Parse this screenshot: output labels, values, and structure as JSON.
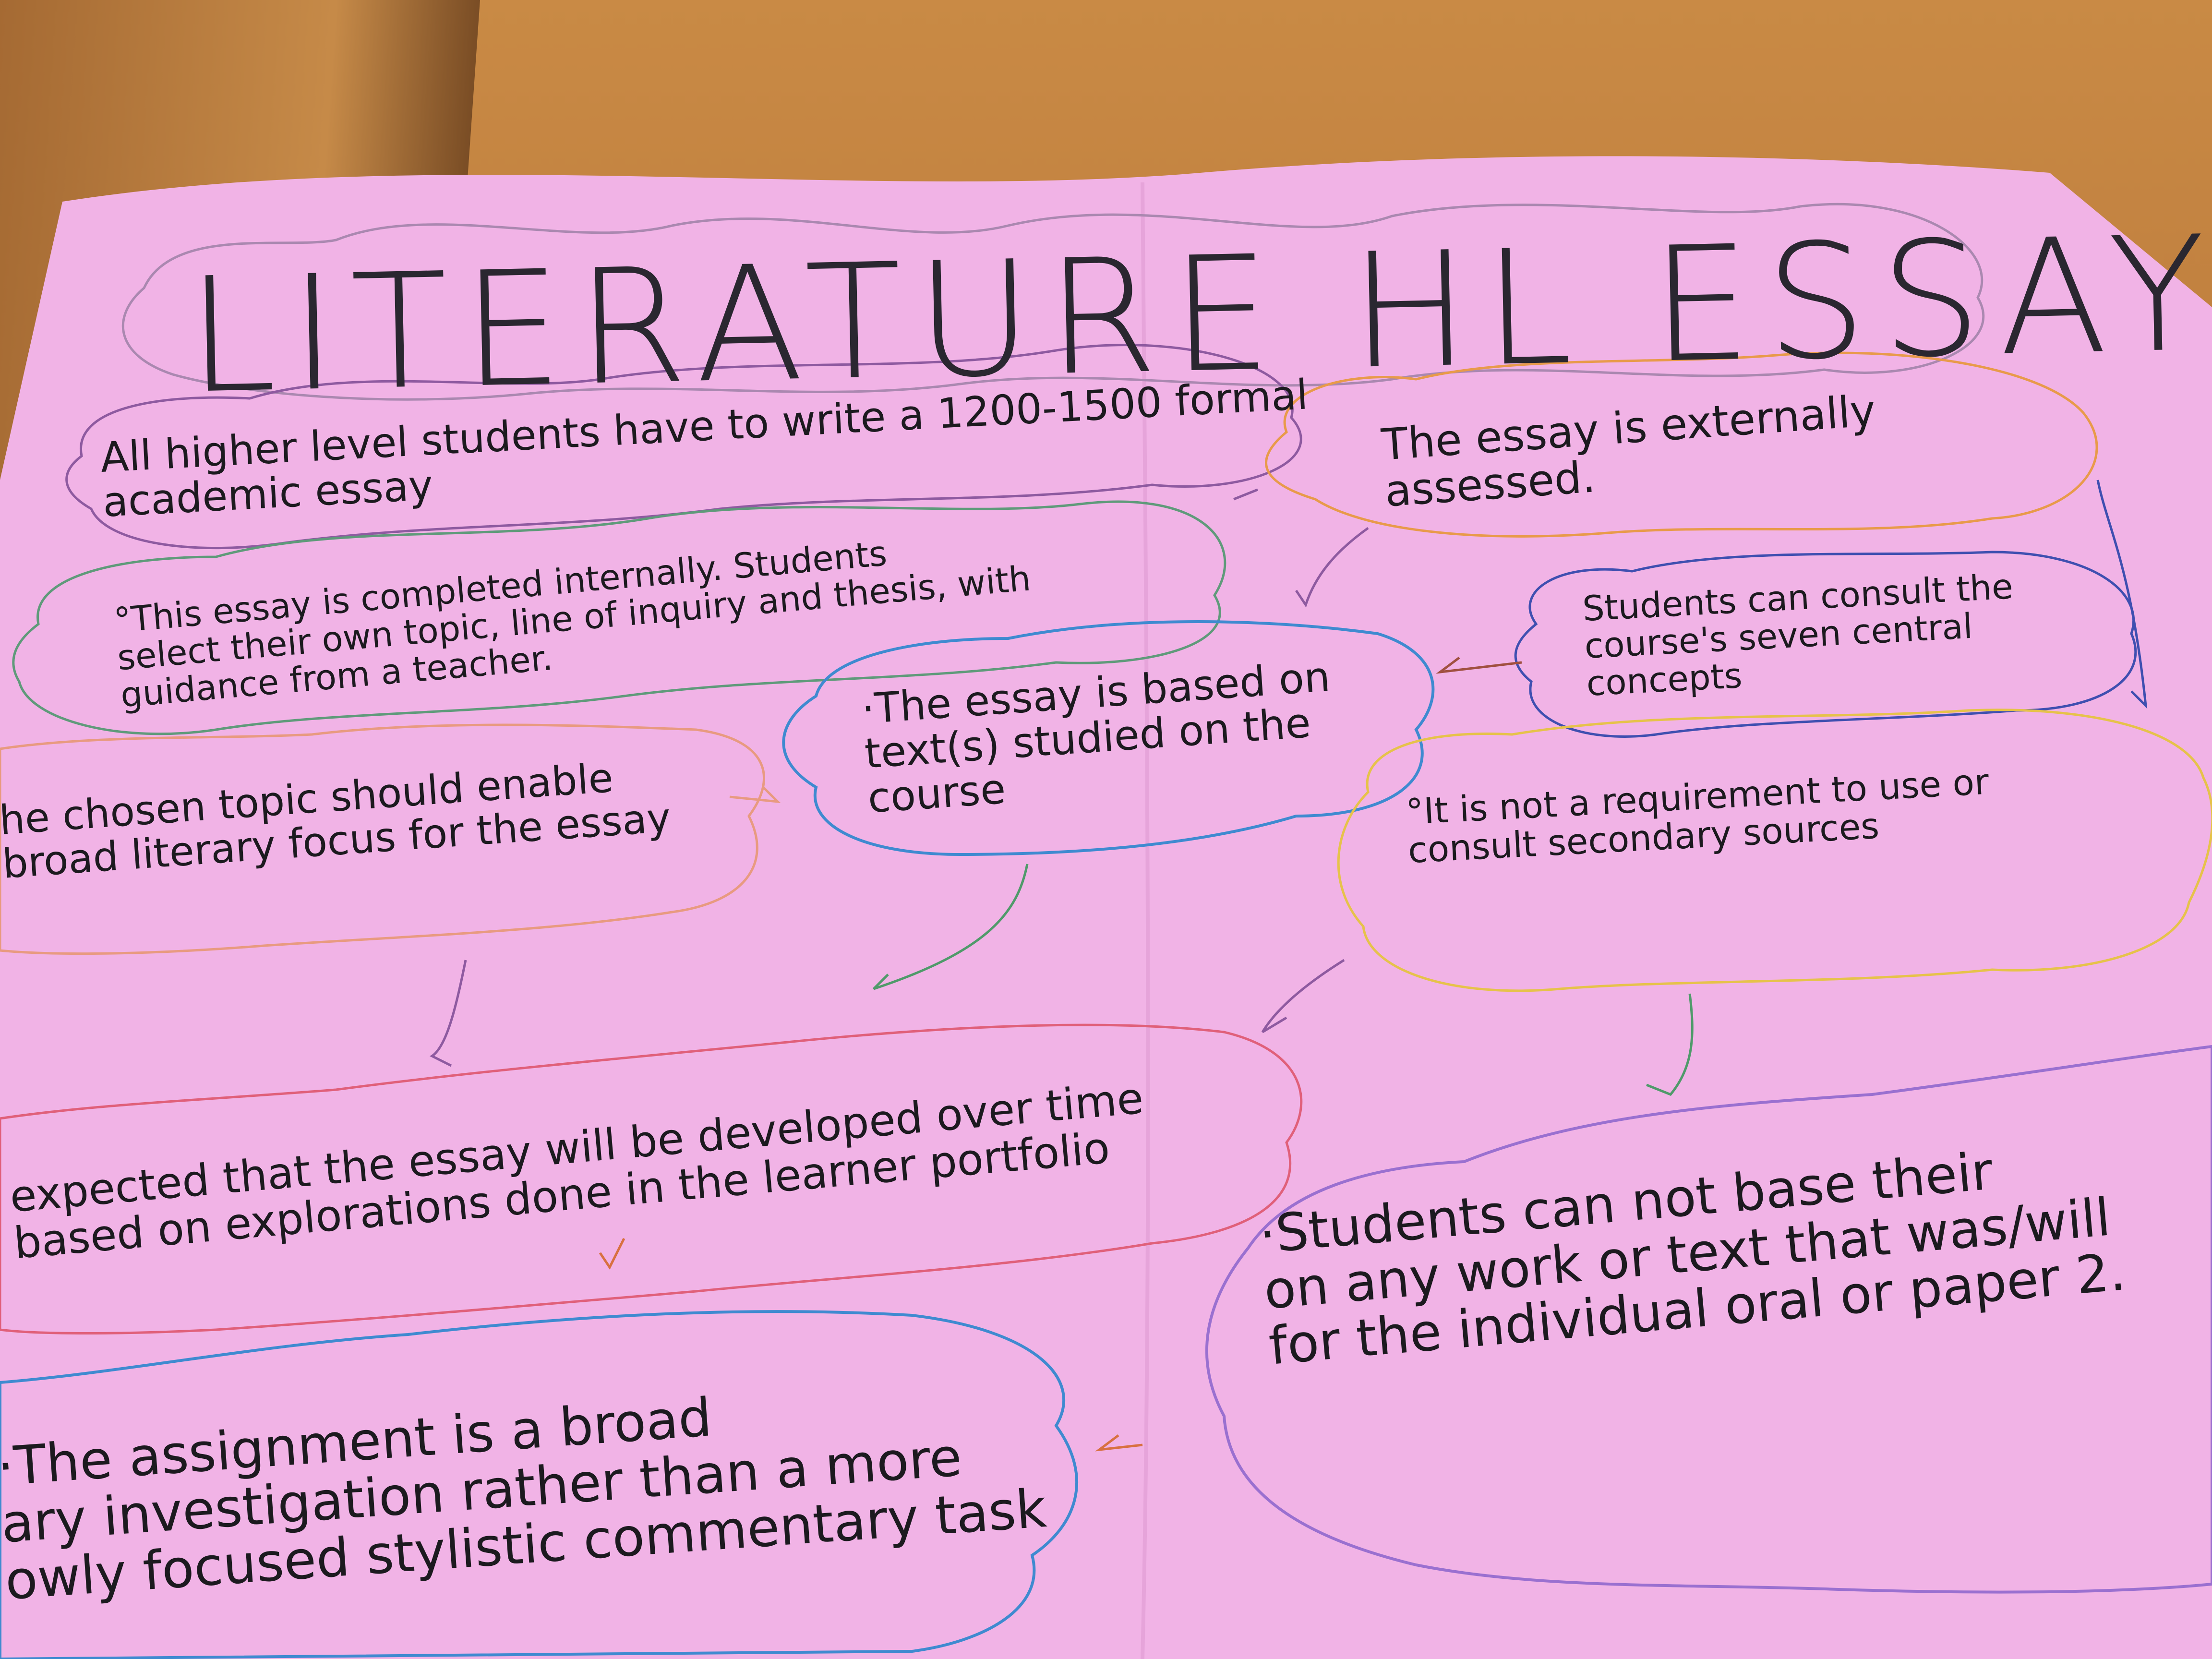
{
  "title": "LITERATURE HL ESSAY",
  "bubbles": {
    "higher_level": "All higher level students have to write a 1200-1500 formal\nacademic essay",
    "externally": "The essay is externally\nassessed.",
    "internally": "°This essay is completed internally. Students\nselect their own topic, line of inquiry and thesis, with\nguidance from a teacher.",
    "consult": "Students can consult the\ncourse's seven central\nconcepts",
    "based_on": "·The essay is based on\ntext(s) studied on the\ncourse",
    "chosen_topic": "he chosen topic should enable\nbroad literary focus for the essay",
    "secondary": "°It is not a requirement to use or\nconsult secondary sources",
    "developed": "expected that the essay will be developed over time\nbased on explorations done in the learner portfolio",
    "not_base": "·Students can not base their\non any work or text that was/will\nfor the individual oral or paper 2.",
    "assignment": "·The assignment is a broad\nary investigation rather than a more\nowly focused stylistic commentary task"
  },
  "colors": {
    "paper": "#f2b4e6",
    "ink": "#1c1a1f",
    "desk": "#b9773a",
    "blue": "#4a86c8",
    "purple": "#9a6fcc",
    "orange": "#e8a45c",
    "yellow": "#e6c45a",
    "red": "#d85a7a",
    "green": "#4f9a6a",
    "teal": "#3a8a8a"
  }
}
